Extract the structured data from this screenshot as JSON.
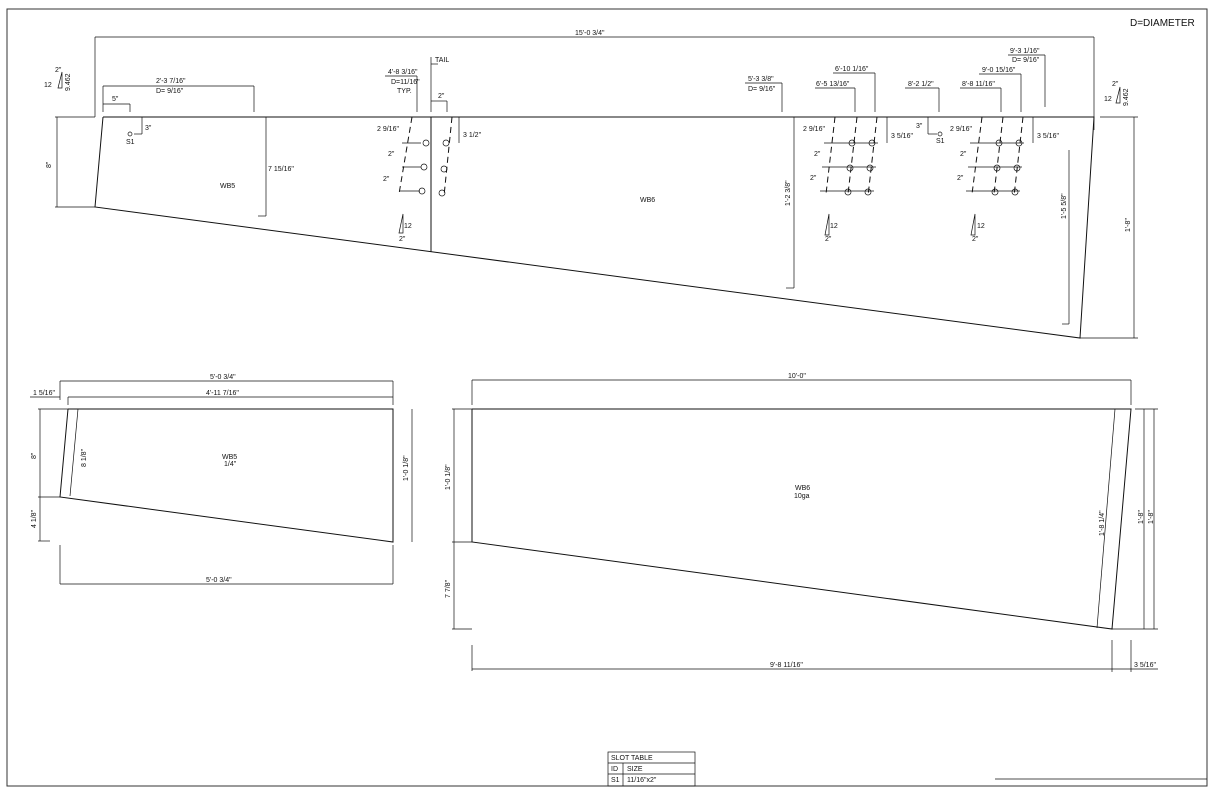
{
  "header": {
    "legend": "D=DIAMETER"
  },
  "top_view": {
    "overall_length": "15'-0 3/4\"",
    "slope_left": {
      "rise": "2\"",
      "run": "12",
      "hyp": "9.462"
    },
    "slope_right": {
      "rise": "2\"",
      "run": "12",
      "hyp": "9.462"
    },
    "left": {
      "dim_span": "2'-3 7/16\"",
      "dim_span_diameter": "D= 9/16\"",
      "dim_5": "5\"",
      "dim_3": "3\"",
      "slot_id": "S1",
      "height": "8\"",
      "right_height": "7 15/16\"",
      "part": "WB5"
    },
    "splice": {
      "pos": "4'-8 3/16\"",
      "diameter": "D=11/16\"",
      "typ": "TYP.",
      "tail": "TAIL",
      "gap": "2\"",
      "top_edge": "2 9/16\"",
      "pitch_1": "2\"",
      "pitch_2": "2\"",
      "gauge": "3 1/2\"",
      "bevel_run": "12",
      "bevel_rise": "2\""
    },
    "part_center": "WB6",
    "group_right_1": {
      "pos_a": "5'-3 3/8\"",
      "pos_a_diameter": "D= 9/16\"",
      "pos_b": "6'-5 13/16\"",
      "pos_c": "6'-10 1/16\"",
      "height": "1'-2 3/8\"",
      "top_edge": "2 9/16\"",
      "pitch_1": "2\"",
      "pitch_2": "2\"",
      "gauge": "3  5/16\"",
      "bevel_run": "12",
      "bevel_rise": "2\""
    },
    "slot_right": {
      "pos": "8'-2 1/2\"",
      "dim_3": "3\"",
      "slot_id": "S1"
    },
    "group_right_2": {
      "pos_a": "8'-8 11/16\"",
      "pos_b": "9'-0 15/16\"",
      "pos_c": "9'-3 1/16\"",
      "pos_c_diameter": "D= 9/16\"",
      "top_edge": "2 9/16\"",
      "pitch_1": "2\"",
      "pitch_2": "2\"",
      "gauge": "3  5/16\"",
      "bevel_run": "12",
      "bevel_rise": "2\""
    },
    "right_end": {
      "inner_height": "1'-5 5/8\"",
      "overall_height": "1'-8\""
    }
  },
  "wb5_flat": {
    "part": "WB5",
    "thickness": "1/4\"",
    "top_overall": "5'-0 3/4\"",
    "top_inner": "4'-11 7/16\"",
    "left_offset": "1 5/16\"",
    "left_height": "8\"",
    "left_drop": "4 1/8\"",
    "left_edge": "8 1/8\"",
    "right_height": "1'-0 1/8\"",
    "bottom_overall": "5'-0 3/4\""
  },
  "wb6_flat": {
    "part": "WB6",
    "thickness": "10ga",
    "top_overall": "10'-0\"",
    "left_height": "1'-0 1/8\"",
    "left_drop": "7 7/8\"",
    "right_edge": "1'-8 1/4\"",
    "right_height_inner": "1'-8\"",
    "right_height_outer": "1'-8\"",
    "bottom_overall": "9'-8 11/16\"",
    "bottom_right": "3 5/16\""
  },
  "slot_table": {
    "title": "SLOT TABLE",
    "headers": [
      "ID",
      "SIZE"
    ],
    "rows": [
      [
        "S1",
        "11/16\"x2\""
      ]
    ]
  }
}
